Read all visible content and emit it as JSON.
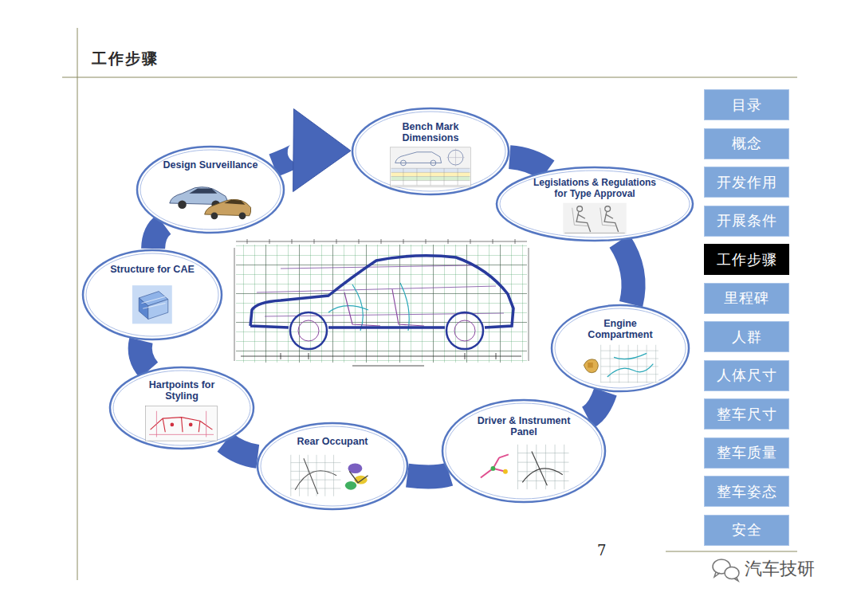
{
  "diagram": {
    "title": "工作步骤",
    "nodes": [
      {
        "text": [
          "Bench Mark Dimensions"
        ]
      },
      {
        "text": [
          "Legislations & Regulations for Type Approval"
        ]
      },
      {
        "text": [
          "Engine Compartment"
        ]
      },
      {
        "text": [
          "Driver & Instrument Panel"
        ]
      },
      {
        "text": [
          "Rear Occupant"
        ]
      },
      {
        "text": [
          "Hartpoints for Styling"
        ]
      },
      {
        "text": [
          "Structure for CAE"
        ]
      },
      {
        "text": [
          "Design Surveillance"
        ]
      },
      {
        "text": [
          "目录"
        ]
      },
      {
        "text": [
          "概念"
        ]
      },
      {
        "text": [
          "开发作用"
        ]
      },
      {
        "text": [
          "开展条件"
        ]
      },
      {
        "text": [
          "工作步骤"
        ]
      },
      {
        "text": [
          "里程碑"
        ]
      },
      {
        "text": [
          "人群"
        ]
      },
      {
        "text": [
          "人体尺寸"
        ]
      },
      {
        "text": [
          "整车尺寸"
        ]
      },
      {
        "text": [
          "整车质量"
        ]
      },
      {
        "text": [
          "整车姿态"
        ]
      },
      {
        "text": [
          "安全"
        ]
      }
    ],
    "edges": [
      {
        "from": 0,
        "to": 1,
        "arrow": "none"
      },
      {
        "from": 1,
        "to": 2,
        "arrow": "none"
      },
      {
        "from": 2,
        "to": 3,
        "arrow": "none"
      },
      {
        "from": 3,
        "to": 4,
        "arrow": "none"
      },
      {
        "from": 4,
        "to": 5,
        "arrow": "none"
      },
      {
        "from": 5,
        "to": 6,
        "arrow": "none"
      },
      {
        "from": 6,
        "to": 7,
        "arrow": "none"
      },
      {
        "from": 7,
        "to": 0,
        "arrow": "to"
      }
    ],
    "labels": [
      "7",
      "汽车技研"
    ]
  }
}
